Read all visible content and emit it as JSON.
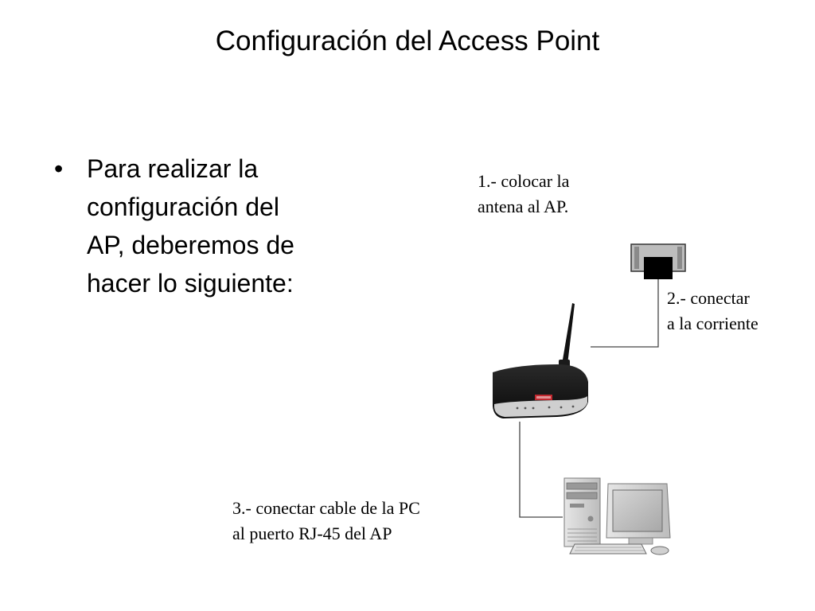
{
  "title": "Configuración del Access Point",
  "bullet": {
    "symbol": "•",
    "lines": [
      "Para realizar la",
      "configuración del",
      "AP, deberemos de",
      "hacer lo siguiente:"
    ]
  },
  "steps": [
    {
      "lines": [
        "1.- colocar la",
        "antena al AP."
      ]
    },
    {
      "lines": [
        "2.-  conectar",
        "a la corriente"
      ]
    },
    {
      "lines": [
        "3.-  conectar cable de la PC",
        "al puerto RJ-45 del AP"
      ]
    }
  ],
  "icons": {
    "router": "wireless-router-icon",
    "outlet": "power-outlet-icon",
    "pc": "desktop-pc-icon"
  },
  "colors": {
    "connector_line": "#444444",
    "router_body": "#111111",
    "router_trim": "#cfcfcf",
    "router_logo": "#c0282f"
  }
}
